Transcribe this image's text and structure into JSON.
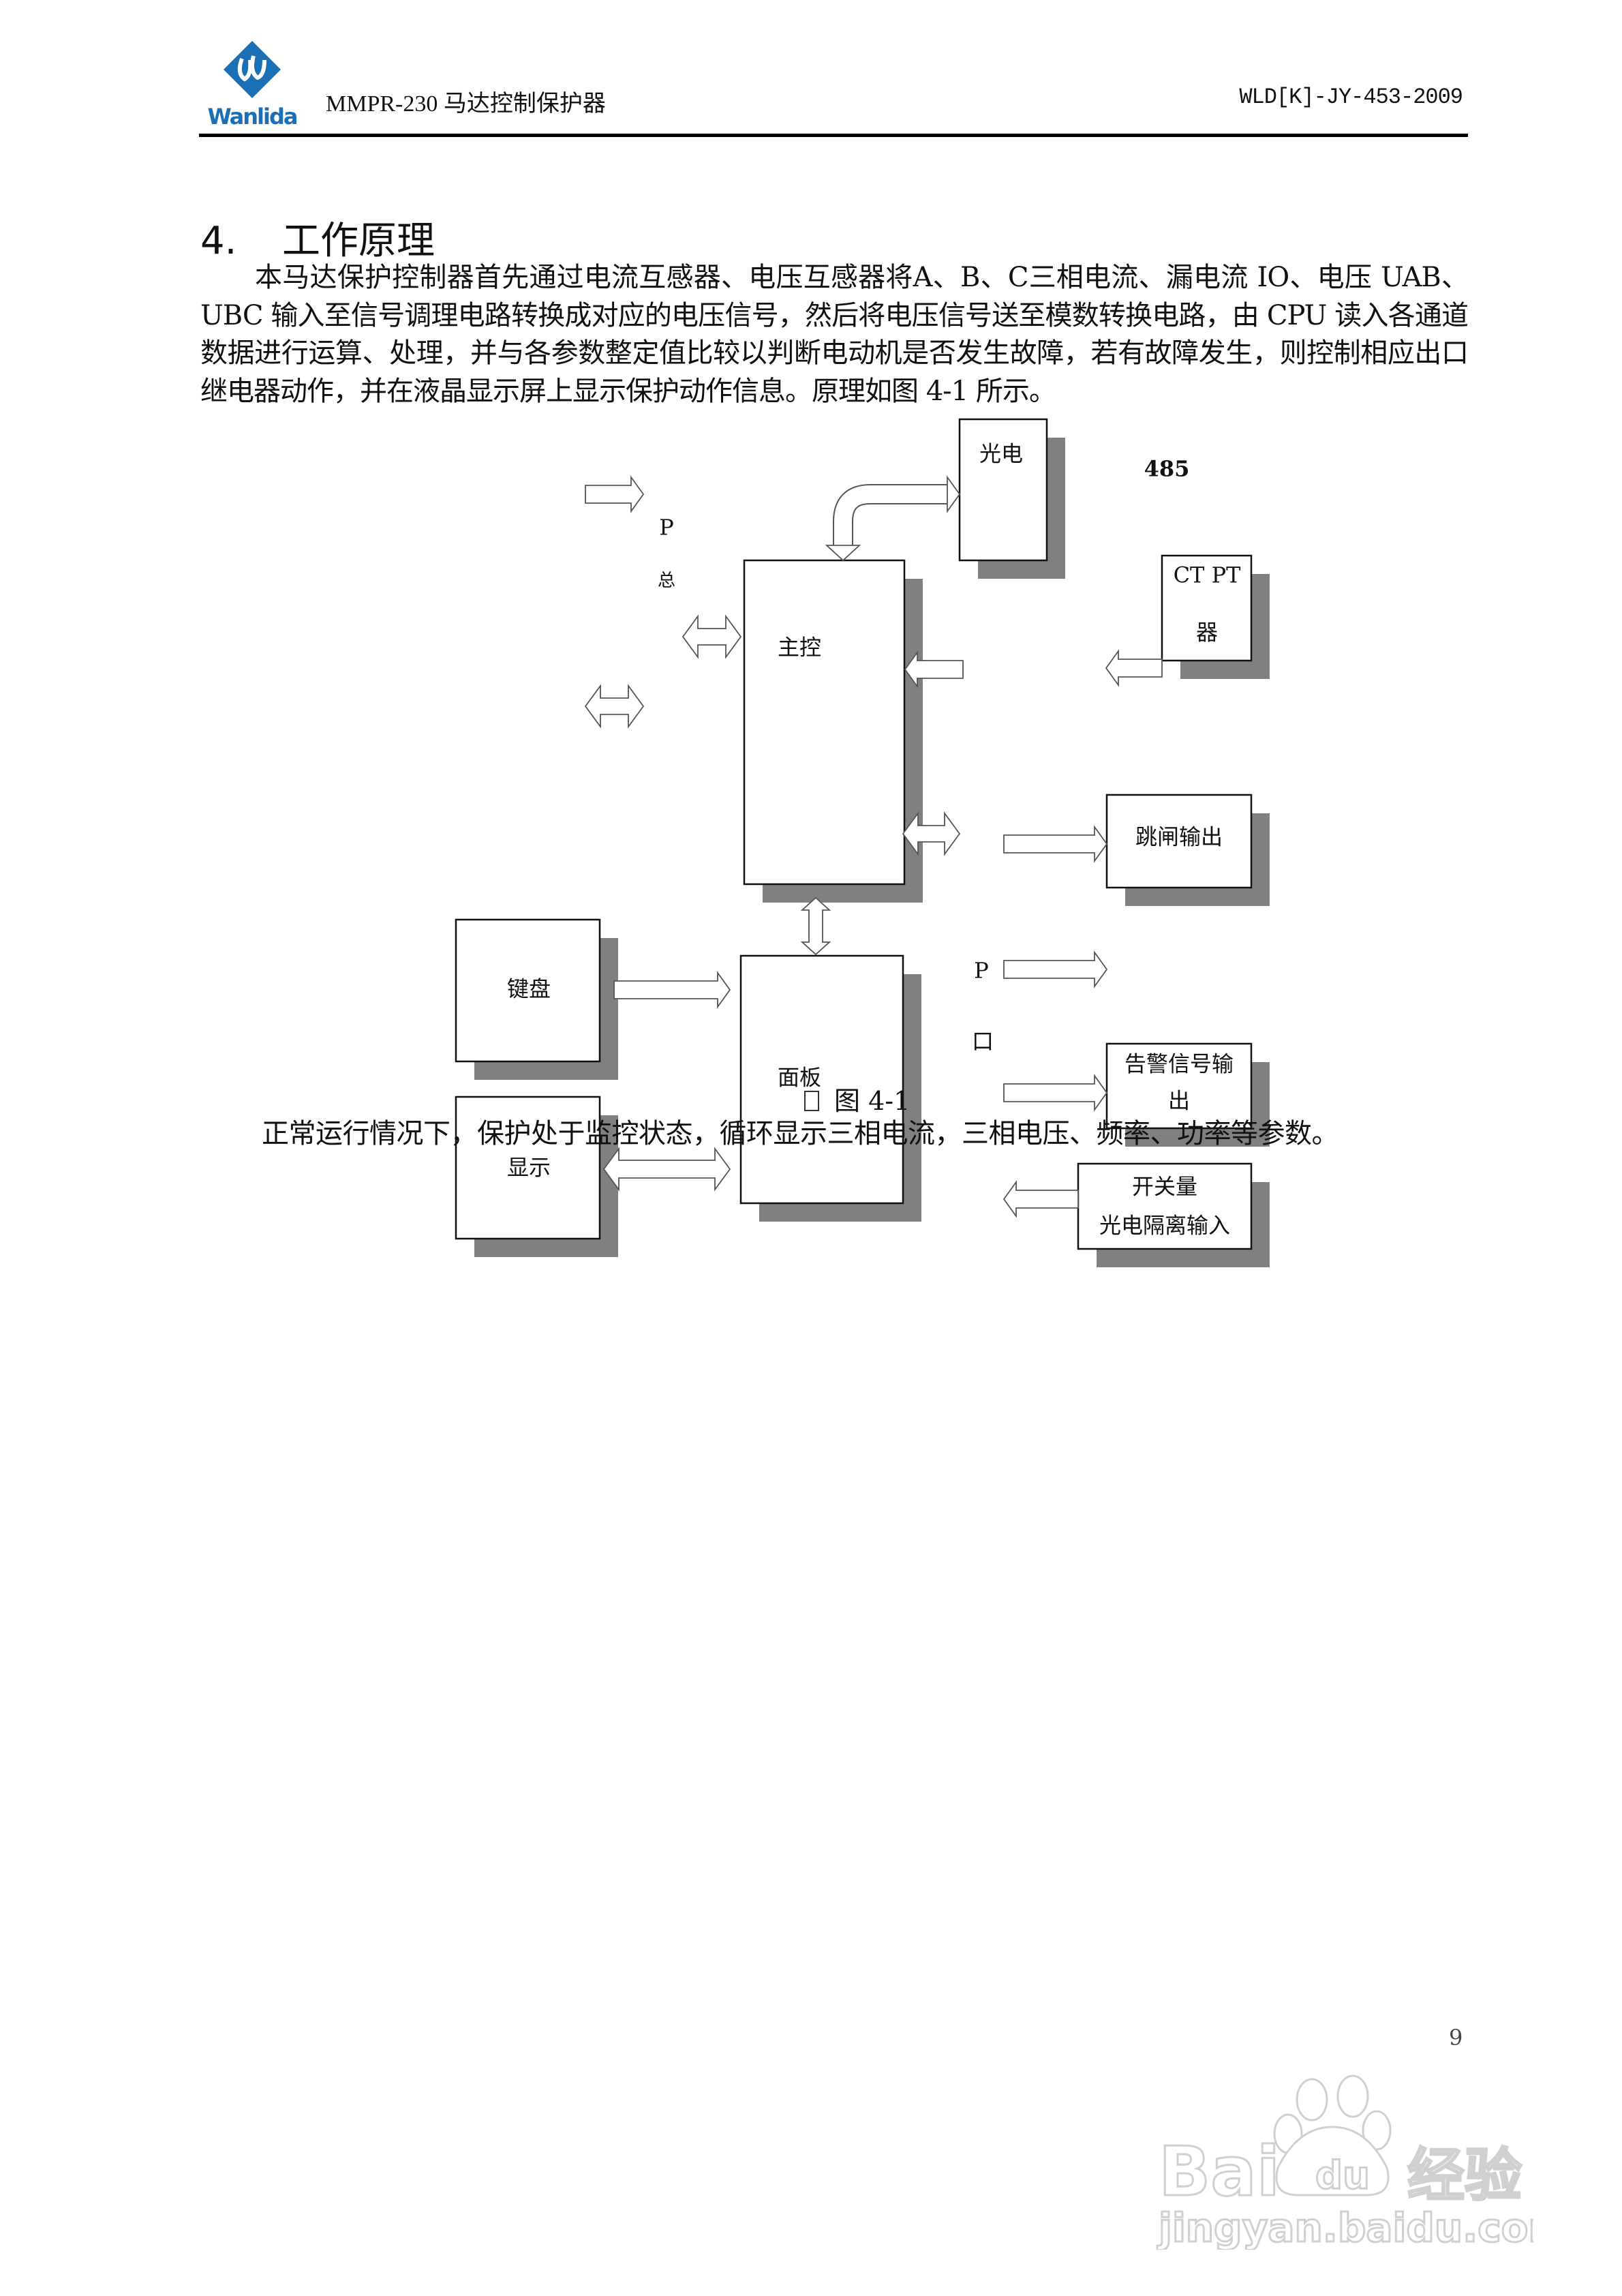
{
  "header": {
    "logo_text": "Wanlida",
    "title": "MMPR-230 马达控制保护器",
    "doc_code": "WLD[K]-JY-453-2009",
    "brand_color": "#1a6fb5"
  },
  "section": {
    "number": "4.",
    "title": "工作原理"
  },
  "paragraph1": "本马达保护控制器首先通过电流互感器、电压互感器将A、B、C三相电流、漏电流 IO、电压 UAB、UBC 输入至信号调理电路转换成对应的电压信号，然后将电压信号送至模数转换电路，由 CPU 读入各通道数据进行运算、处理，并与各参数整定值比较以判断电动机是否发生故障，若有故障发生，则控制相应出口继电器动作，并在液晶显示屏上显示保护动作信息。原理如图 4-1 所示。",
  "diagram": {
    "blocks": {
      "optocoupler": "光电",
      "main_control": "主控",
      "ct_pt_1": "CT PT",
      "ct_pt_2": "器",
      "trip_output": "跳闸输出",
      "keyboard": "键盘",
      "display": "显示",
      "panel": "面板",
      "alarm_output_1": "告警信号输",
      "alarm_output_2": "出",
      "switch_input_1": "开关量",
      "switch_input_2": "光电隔离输入"
    },
    "labels": {
      "rs485": "485",
      "p_top": "P",
      "bus": "总",
      "p_right": "P",
      "port": "口"
    },
    "shadow_color": "#808080"
  },
  "caption": "图 4-1",
  "paragraph2": "正常运行情况下，保护处于监控状态，循环显示三相电流，三相电压、频率、功率等参数。",
  "page_number": "9",
  "watermark": {
    "brand": "Bai du 经验",
    "url": "jingyan.baidu.com"
  }
}
